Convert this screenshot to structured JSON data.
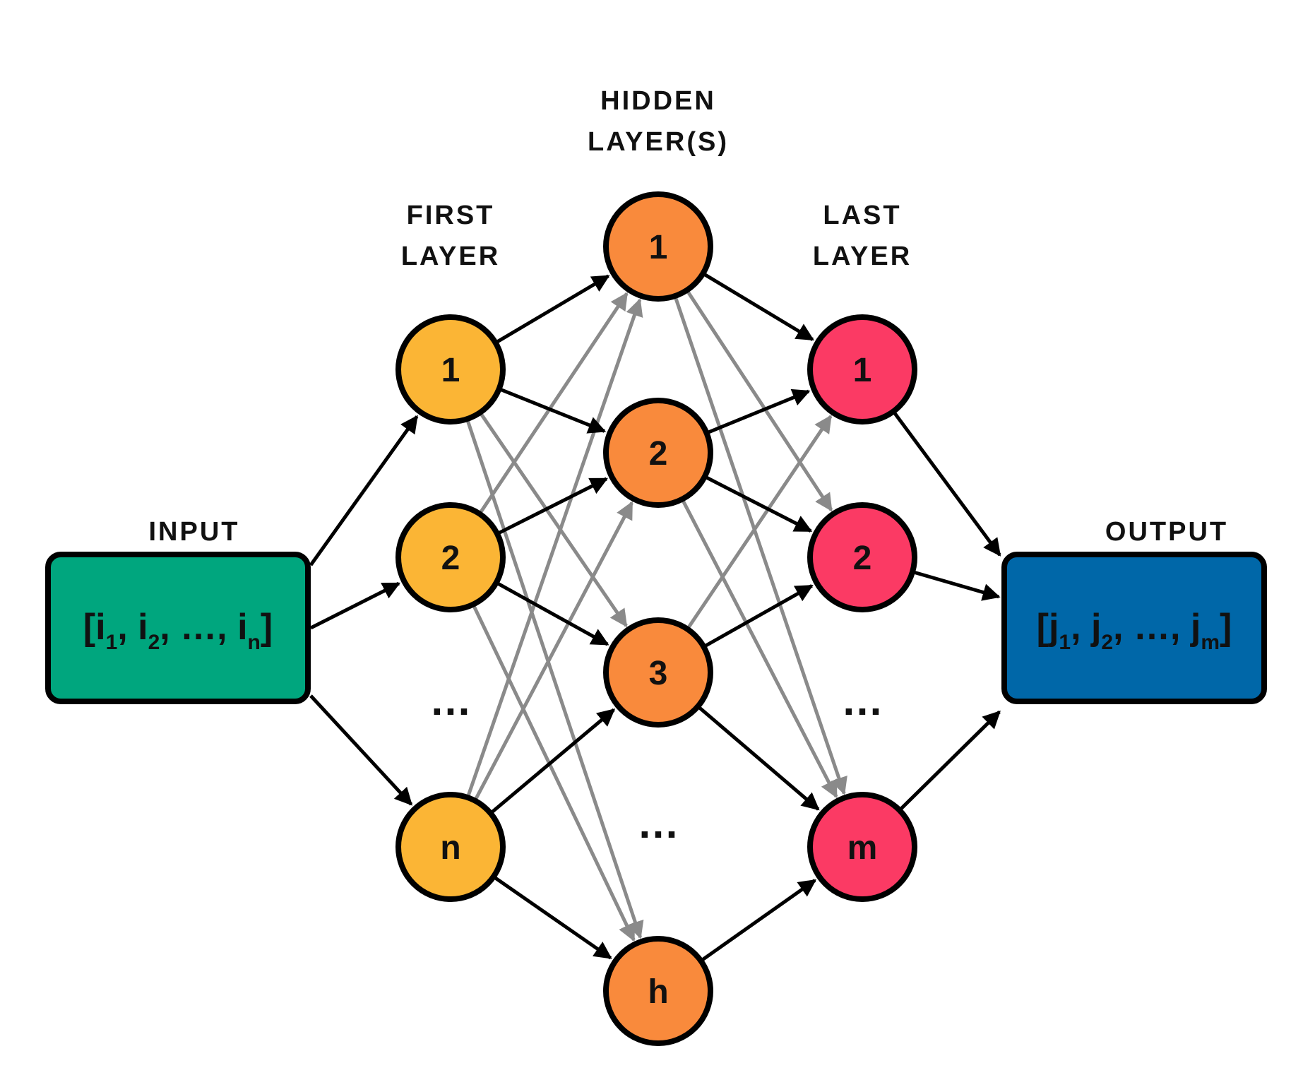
{
  "labels": {
    "input": "INPUT",
    "output": "OUTPUT",
    "first_layer": [
      "FIRST",
      "LAYER"
    ],
    "hidden_layers": [
      "HIDDEN",
      "LAYER(S)"
    ],
    "last_layer": [
      "LAST",
      "LAYER"
    ]
  },
  "input_box": {
    "open": "[i",
    "items": [
      {
        "sub": "1",
        "after": ", i"
      },
      {
        "sub": "2",
        "after": ", …, i"
      },
      {
        "sub": "n",
        "after": "]"
      }
    ],
    "color": "#00a67e"
  },
  "output_box": {
    "open": "[j",
    "items": [
      {
        "sub": "1",
        "after": ", j"
      },
      {
        "sub": "2",
        "after": ", …, j"
      },
      {
        "sub": "m",
        "after": "]"
      }
    ],
    "color": "#0067a8"
  },
  "first_layer": {
    "color": "#fbb535",
    "nodes": [
      "1",
      "2",
      "n"
    ],
    "ellipsis": "…"
  },
  "hidden_layer": {
    "color": "#f98a3c",
    "nodes": [
      "1",
      "2",
      "3",
      "h"
    ],
    "ellipsis": "…"
  },
  "last_layer": {
    "color": "#fb3a64",
    "nodes": [
      "1",
      "2",
      "m"
    ],
    "ellipsis": "…"
  },
  "colors": {
    "strong_edge": "#000000",
    "faint_edge": "#8a8a8a"
  }
}
